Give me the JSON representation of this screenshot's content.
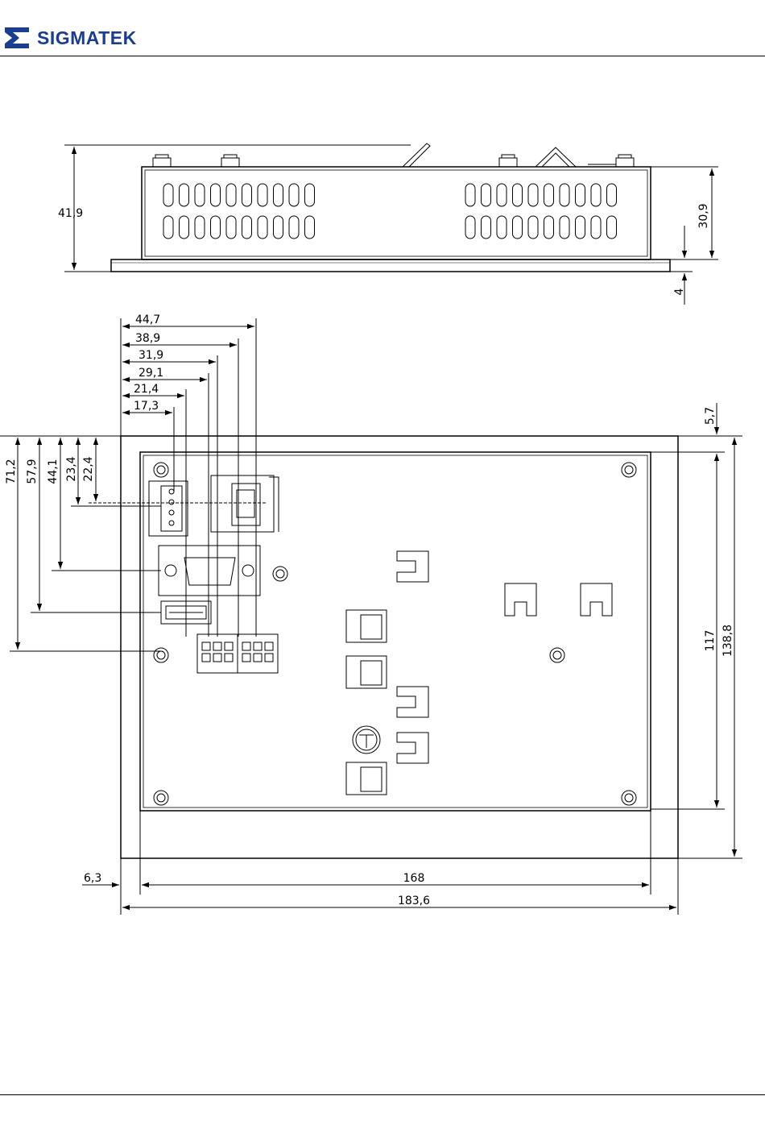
{
  "header": {
    "brand": "SIGMATEK",
    "brand_color": "#1b3d8f"
  },
  "side_view": {
    "dims": {
      "total_height": "41,9",
      "body_height": "30,9",
      "front_plate": "4"
    }
  },
  "back_view": {
    "horizontal_dims": [
      "44,7",
      "38,9",
      "31,9",
      "29,1",
      "21,4",
      "17,3"
    ],
    "vertical_dims": [
      "71,2",
      "57,9",
      "44,1",
      "23,4",
      "22,4"
    ],
    "top_offset": "5,7",
    "inner_height": "117",
    "outer_height": "138,8",
    "left_offset": "6,3",
    "inner_width": "168",
    "outer_width": "183,6"
  }
}
